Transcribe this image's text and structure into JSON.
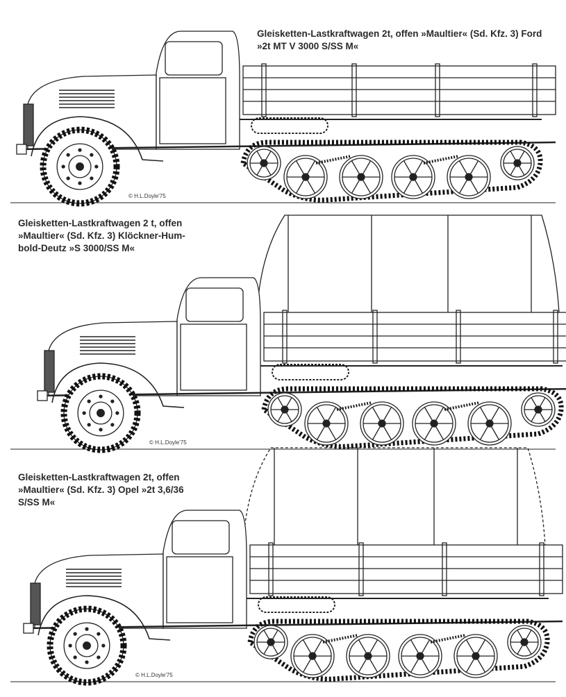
{
  "plates": [
    {
      "caption_line1": "Gleisketten-Lastkraftwagen 2t, offen »Maultier« (Sd. Kfz. 3) Ford",
      "caption_line2": "»2t MT V 3000 S/SS M«",
      "signature": "© H.L.Doyle'75",
      "covered": false
    },
    {
      "caption_line1": "Gleisketten-Lastkraftwagen 2 t, offen",
      "caption_line2": "»Maultier« (Sd. Kfz. 3) Klöckner-Hum-",
      "caption_line3": "bold-Deutz »S 3000/SS M«",
      "signature": "© H.L.Doyle'75",
      "covered": true
    },
    {
      "caption_line1": "Gleisketten-Lastkraftwagen 2t, offen",
      "caption_line2": "»Maultier« (Sd. Kfz. 3) Opel »2t 3,6/36",
      "caption_line3": "S/SS M«",
      "signature": "© H.L.Doyle'75",
      "covered": true
    }
  ]
}
